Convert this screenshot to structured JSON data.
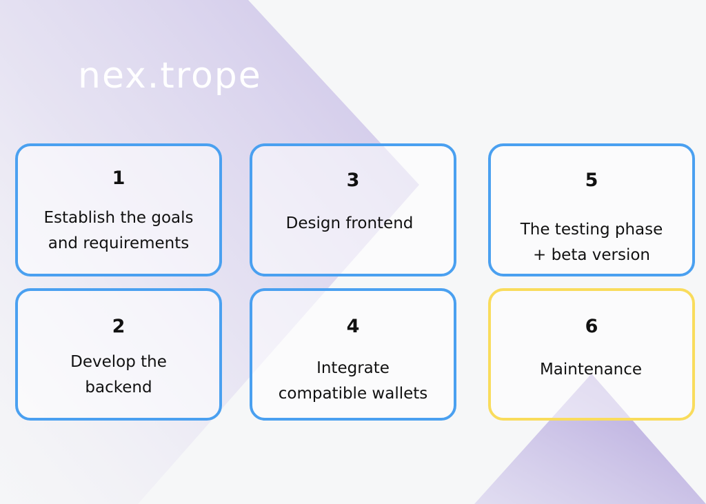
{
  "logo": {
    "text": "nex.trope"
  },
  "steps": [
    {
      "number": "1",
      "label": "Establish the goals\nand requirements"
    },
    {
      "number": "2",
      "label": "Develop the\nbackend"
    },
    {
      "number": "3",
      "label": "Design frontend"
    },
    {
      "number": "4",
      "label": "Integrate\ncompatible wallets"
    },
    {
      "number": "5",
      "label": "The testing phase\n+ beta version"
    },
    {
      "number": "6",
      "label": "Maintenance"
    }
  ],
  "colors": {
    "card_border": "#4aa0f0",
    "highlight_border": "#f9dc5c",
    "shape_purple": "#b7a9dc"
  }
}
